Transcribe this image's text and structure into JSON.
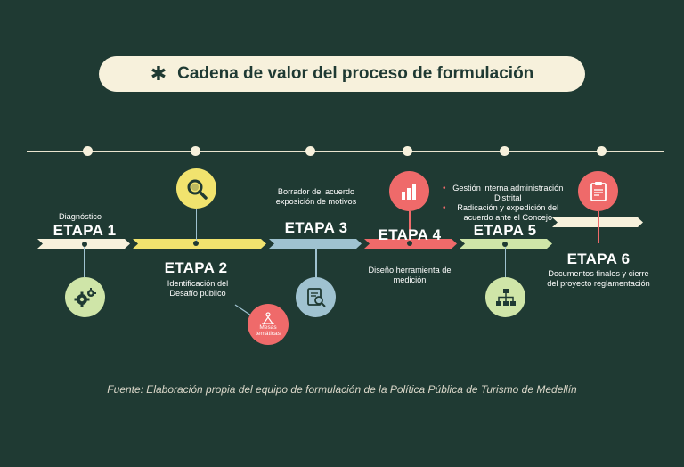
{
  "title": "Cadena de valor del proceso de formulación",
  "stages": [
    {
      "name": "ETAPA 1",
      "label": "Diagnóstico",
      "color": "#f7f1dc",
      "icon": "gears-icon"
    },
    {
      "name": "ETAPA 2",
      "label": "Identificación del Desafío público",
      "color": "#f1e36e",
      "icon": "magnifier-icon",
      "sub_label": "Mesas temáticas",
      "sub_icon": "people-icon"
    },
    {
      "name": "ETAPA 3",
      "label": "Borrador del acuerdo exposición de motivos",
      "color": "#9fc2d0",
      "icon": "document-search-icon"
    },
    {
      "name": "ETAPA 4",
      "label": "Diseño herramienta de medición",
      "color": "#ef6a6a",
      "icon": "bar-chart-icon"
    },
    {
      "name": "ETAPA 5",
      "bullets": [
        "Gestión interna administración Distrital",
        "Radicación y expedición del acuerdo ante el Concejo"
      ],
      "color": "#cfe5a8",
      "icon": "org-chart-icon"
    },
    {
      "name": "ETAPA 6",
      "label": "Documentos finales y cierre del proyecto reglamentación",
      "color": "#f7f1dc",
      "icon": "clipboard-icon"
    }
  ],
  "footer": "Fuente: Elaboración propia del equipo de formulación de la Política Pública de Turismo de Medellín"
}
